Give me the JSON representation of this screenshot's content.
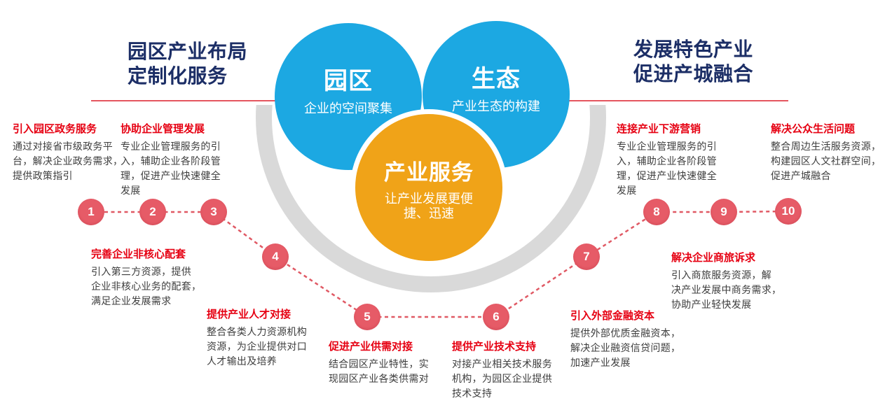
{
  "titles": {
    "left": {
      "line1": "园区产业布局",
      "line2": "定制化服务"
    },
    "right": {
      "line1": "发展特色产业",
      "line2": "促进产城融合"
    }
  },
  "circles": {
    "park": {
      "label": "园区",
      "subtitle": "企业的空间聚集"
    },
    "eco": {
      "label": "生态",
      "subtitle": "产业生态的构建"
    },
    "service": {
      "label": "产业服务",
      "subtitle": [
        "让产业发展更便",
        "捷、迅速"
      ]
    }
  },
  "steps": [
    {
      "num": "1",
      "heading": "引入园区政务服务",
      "body": [
        "通过对接省市级政务平",
        "台，解决企业政务需求，",
        "提供政策指引"
      ]
    },
    {
      "num": "2",
      "heading": "协助企业管理发展",
      "body": [
        "专业企业管理服务的引",
        "入，辅助企业各阶段管",
        "理，促进产业快速健全",
        "发展"
      ]
    },
    {
      "num": "3",
      "heading": "完善企业非核心配套",
      "body": [
        "引入第三方资源，提供",
        "企业非核心业务的配套，",
        "满足企业发展需求"
      ]
    },
    {
      "num": "4",
      "heading": "提供产业人才对接",
      "body": [
        "整合各类人力资源机构",
        "资源，为企业提供对口",
        "人才输出及培养"
      ]
    },
    {
      "num": "5",
      "heading": "促进产业供需对接",
      "body": [
        "结合园区产业特性，实",
        "现园区产业各类供需对"
      ]
    },
    {
      "num": "6",
      "heading": "提供产业技术支持",
      "body": [
        "对接产业相关技术服务",
        "机构，为园区企业提供",
        "技术支持"
      ]
    },
    {
      "num": "7",
      "heading": "引入外部金融资本",
      "body": [
        "提供外部优质金融资本，",
        "解决企业融资信贷问题，",
        "加速产业发展"
      ]
    },
    {
      "num": "8",
      "heading": "连接产业下游营销",
      "body": [
        "专业企业管理服务的引",
        "入，辅助企业各阶段管",
        "理，促进产业快速健全",
        "发展"
      ]
    },
    {
      "num": "9",
      "heading": "解决企业商旅诉求",
      "body": [
        "引入商旅服务资源，解",
        "决产业发展中商务需求，",
        "协助产业轻快发展"
      ]
    },
    {
      "num": "10",
      "heading": "解决公众生活问题",
      "body": [
        "整合周边生活服务资源，",
        "构建园区人文社群空间，",
        "促进产城融合"
      ]
    }
  ],
  "colors": {
    "blue": "#1ca8e2",
    "orange": "#f0a318",
    "badge_red": "#e65b67",
    "heading_red": "#e60012",
    "line_red": "#e4555e",
    "title_navy": "#1c2e66",
    "ring_gray": "#d9d9d9"
  }
}
